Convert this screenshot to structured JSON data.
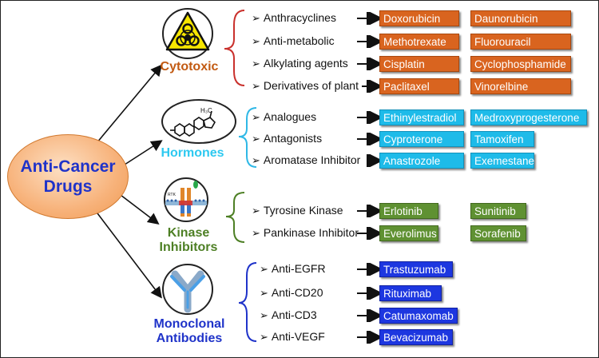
{
  "hub": {
    "line1": "Anti-Cancer",
    "line2": "Drugs"
  },
  "categories": [
    {
      "label_lines": [
        "Cytotoxic"
      ],
      "icon": "biohazard-icon",
      "color": "#c25a12",
      "items": [
        {
          "label": "Anthracyclines",
          "drugs": [
            "Doxorubicin",
            "Daunorubicin"
          ]
        },
        {
          "label": "Anti-metabolic",
          "drugs": [
            "Methotrexate",
            "Fluorouracil"
          ]
        },
        {
          "label": "Alkylating agents",
          "drugs": [
            "Cisplatin",
            "Cyclophosphamide"
          ]
        },
        {
          "label": "Derivatives of plant",
          "drugs": [
            "Paclitaxel",
            "Vinorelbine"
          ]
        }
      ]
    },
    {
      "label_lines": [
        "Hormones"
      ],
      "icon": "steroid-molecule-icon",
      "color": "#2ec9f0",
      "items": [
        {
          "label": "Analogues",
          "drugs": [
            "Ethinylestradiol",
            "Medroxyprogesterone"
          ]
        },
        {
          "label": "Antagonists",
          "drugs": [
            "Cyproterone",
            "Tamoxifen"
          ]
        },
        {
          "label": "Aromatase Inhibitor",
          "drugs": [
            "Anastrozole",
            "Exemestane"
          ]
        }
      ]
    },
    {
      "label_lines": [
        "Kinase",
        "Inhibitors"
      ],
      "icon": "receptor-kinase-icon",
      "color": "#4d7f24",
      "items": [
        {
          "label": "Tyrosine Kinase",
          "drugs": [
            "Erlotinib",
            "Sunitinib"
          ]
        },
        {
          "label": "Pankinase Inhibitor",
          "drugs": [
            "Everolimus",
            "Sorafenib"
          ]
        }
      ]
    },
    {
      "label_lines": [
        "Monoclonal",
        "Antibodies"
      ],
      "icon": "antibody-icon",
      "color": "#1f33c9",
      "items": [
        {
          "label": "Anti-EGFR",
          "drugs": [
            "Trastuzumab"
          ]
        },
        {
          "label": "Anti-CD20",
          "drugs": [
            "Rituximab"
          ]
        },
        {
          "label": "Anti-CD3",
          "drugs": [
            "Catumaxomab"
          ]
        },
        {
          "label": "Anti-VEGF",
          "drugs": [
            "Bevacizumab"
          ]
        }
      ]
    }
  ],
  "icon_text": {
    "rtk": "RTK",
    "h3c": "H₃C"
  }
}
